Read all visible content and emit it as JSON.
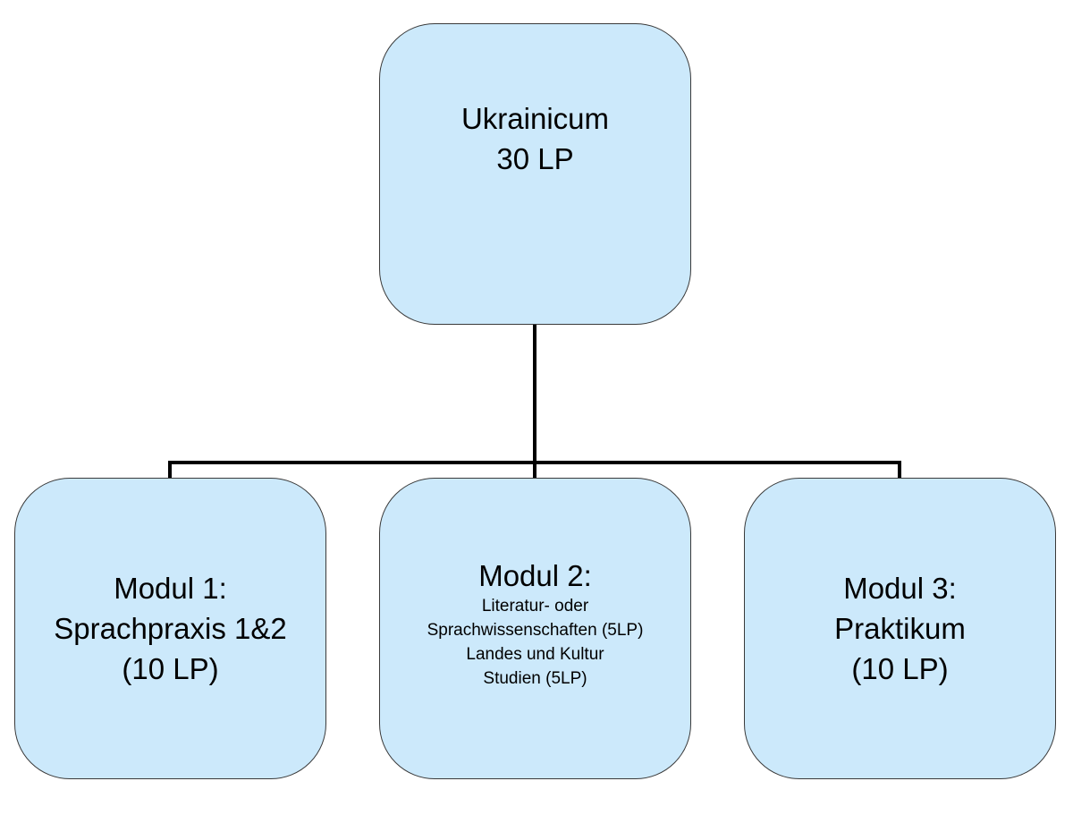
{
  "root": {
    "title": "Ukrainicum",
    "credits": "30 LP"
  },
  "modules": [
    {
      "title": "Modul 1:",
      "lines": [
        "Sprachpraxis 1&2",
        "(10 LP)"
      ]
    },
    {
      "title": "Modul 2:",
      "lines": [
        "Literatur- oder",
        "Sprachwissenschaften (5LP)",
        "Landes und Kultur",
        "Studien (5LP)"
      ]
    },
    {
      "title": "Modul 3:",
      "lines": [
        "Praktikum",
        "(10 LP)"
      ]
    }
  ],
  "colors": {
    "box_fill": "#cce9fb",
    "box_border": "#3a3a3a",
    "connector": "#000000"
  }
}
